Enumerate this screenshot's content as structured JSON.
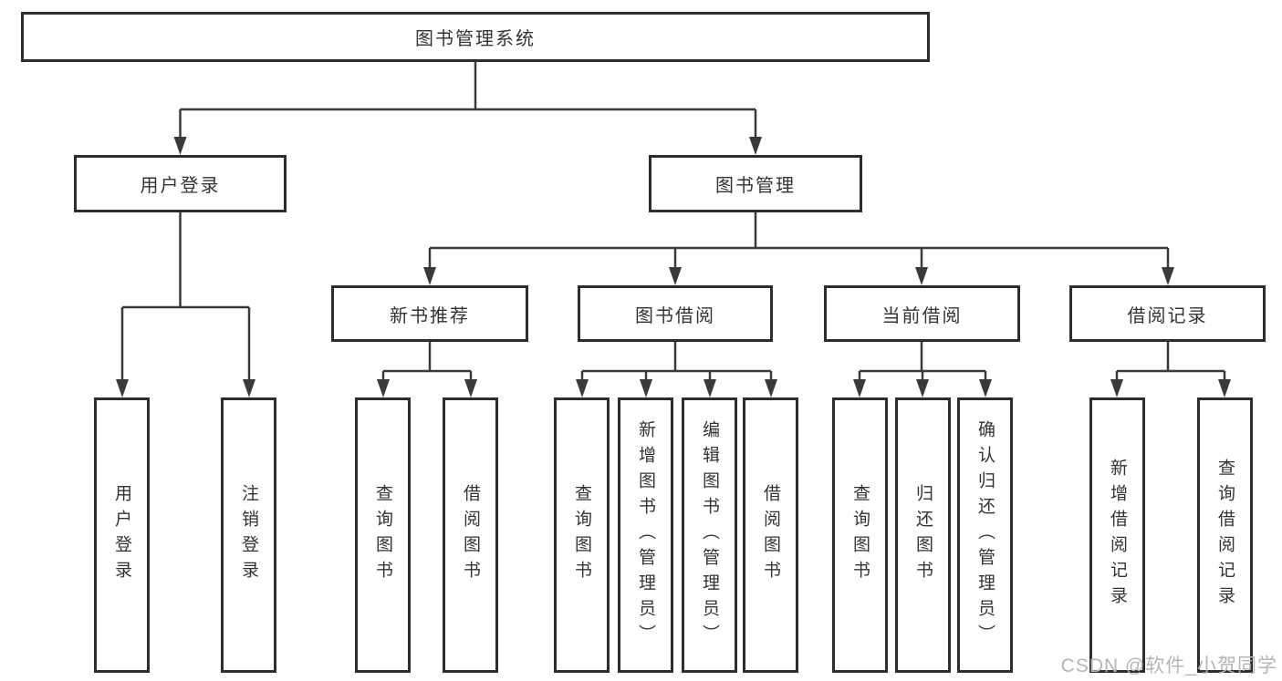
{
  "diagram": {
    "type": "hierarchy-tree",
    "nodes": {
      "root": {
        "label": "图书管理系统"
      },
      "level2": [
        {
          "label": "用户登录",
          "parent": "图书管理系统"
        },
        {
          "label": "图书管理",
          "parent": "图书管理系统"
        }
      ],
      "level3": [
        {
          "label": "新书推荐",
          "parent": "图书管理"
        },
        {
          "label": "图书借阅",
          "parent": "图书管理"
        },
        {
          "label": "当前借阅",
          "parent": "图书管理"
        },
        {
          "label": "借阅记录",
          "parent": "图书管理"
        }
      ],
      "leaves": [
        {
          "label": "用户登录",
          "parent": "用户登录"
        },
        {
          "label": "注销登录",
          "parent": "用户登录"
        },
        {
          "label": "查询图书",
          "parent": "新书推荐"
        },
        {
          "label": "借阅图书",
          "parent": "新书推荐"
        },
        {
          "label": "查询图书",
          "parent": "图书借阅"
        },
        {
          "label": "新增图书（管理员）",
          "parent": "图书借阅"
        },
        {
          "label": "编辑图书（管理员）",
          "parent": "图书借阅"
        },
        {
          "label": "借阅图书",
          "parent": "图书借阅"
        },
        {
          "label": "查询图书",
          "parent": "当前借阅"
        },
        {
          "label": "归还图书",
          "parent": "当前借阅"
        },
        {
          "label": "确认归还（管理员）",
          "parent": "当前借阅"
        },
        {
          "label": "新增借阅记录",
          "parent": "借阅记录"
        },
        {
          "label": "查询借阅记录",
          "parent": "借阅记录"
        }
      ]
    },
    "colors": {
      "line": "#3a3a3a",
      "box_border": "#2d2d2d",
      "text": "#333333",
      "watermark": "#b5b5b5",
      "background": "#ffffff"
    }
  },
  "watermark": "CSDN @软件_小贺同学"
}
